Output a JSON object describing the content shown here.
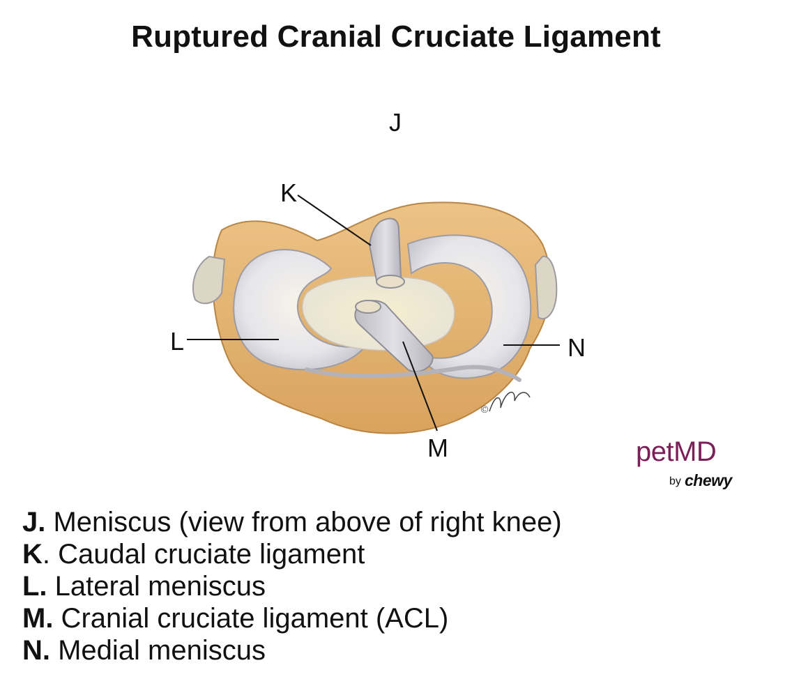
{
  "title": "Ruptured Cranial Cruciate Ligament",
  "labels": {
    "J": "J",
    "K": "K",
    "L": "L",
    "M": "M",
    "N": "N"
  },
  "signature": "©",
  "brand": {
    "name": "petMD",
    "by": "by",
    "partner": "chewy",
    "color": "#7a1f57"
  },
  "legend": [
    {
      "key": "J.",
      "text": " Meniscus (view from above of right knee)"
    },
    {
      "key": "K",
      "text": ". Caudal cruciate ligament"
    },
    {
      "key": "L.",
      "text": " Lateral meniscus"
    },
    {
      "key": "M.",
      "text": " Cranial cruciate ligament (ACL)"
    },
    {
      "key": "N.",
      "text": " Medial meniscus"
    }
  ],
  "colors": {
    "bone": "#e2b46e",
    "meniscus": "#e9e8ec",
    "ligament": "#cfcfd4"
  }
}
